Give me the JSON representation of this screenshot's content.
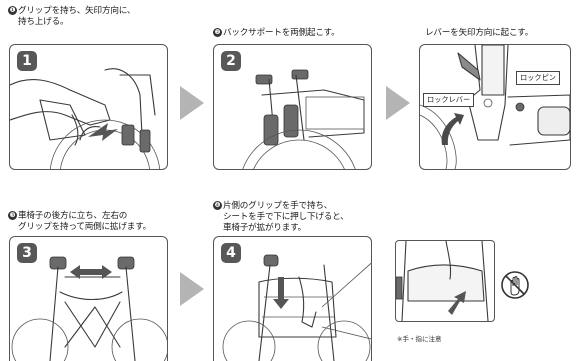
{
  "steps": [
    {
      "badge": "❶",
      "line1": "グリップを持ち、矢印方向に、",
      "line2": "持ち上げる。",
      "number": "1"
    },
    {
      "badge": "❷",
      "line1": "バックサポートを両側起こす。",
      "number": "2"
    },
    {
      "line1": "レバーを矢印方向に起こす。"
    },
    {
      "badge": "❸",
      "line1": "車椅子の後方に立ち、左右の",
      "line2": "グリップを持って両側に拡げます。",
      "number": "3"
    },
    {
      "badge": "❹",
      "line1": "片側のグリップを手で持ち、",
      "line2": "シートを手で下に押し下げると、",
      "line3": "車椅子が拡がります。",
      "number": "4"
    }
  ],
  "labels": {
    "lock_lever": "ロックレバー",
    "lock_pin": "ロックピン"
  },
  "note": "※手・指に注意"
}
